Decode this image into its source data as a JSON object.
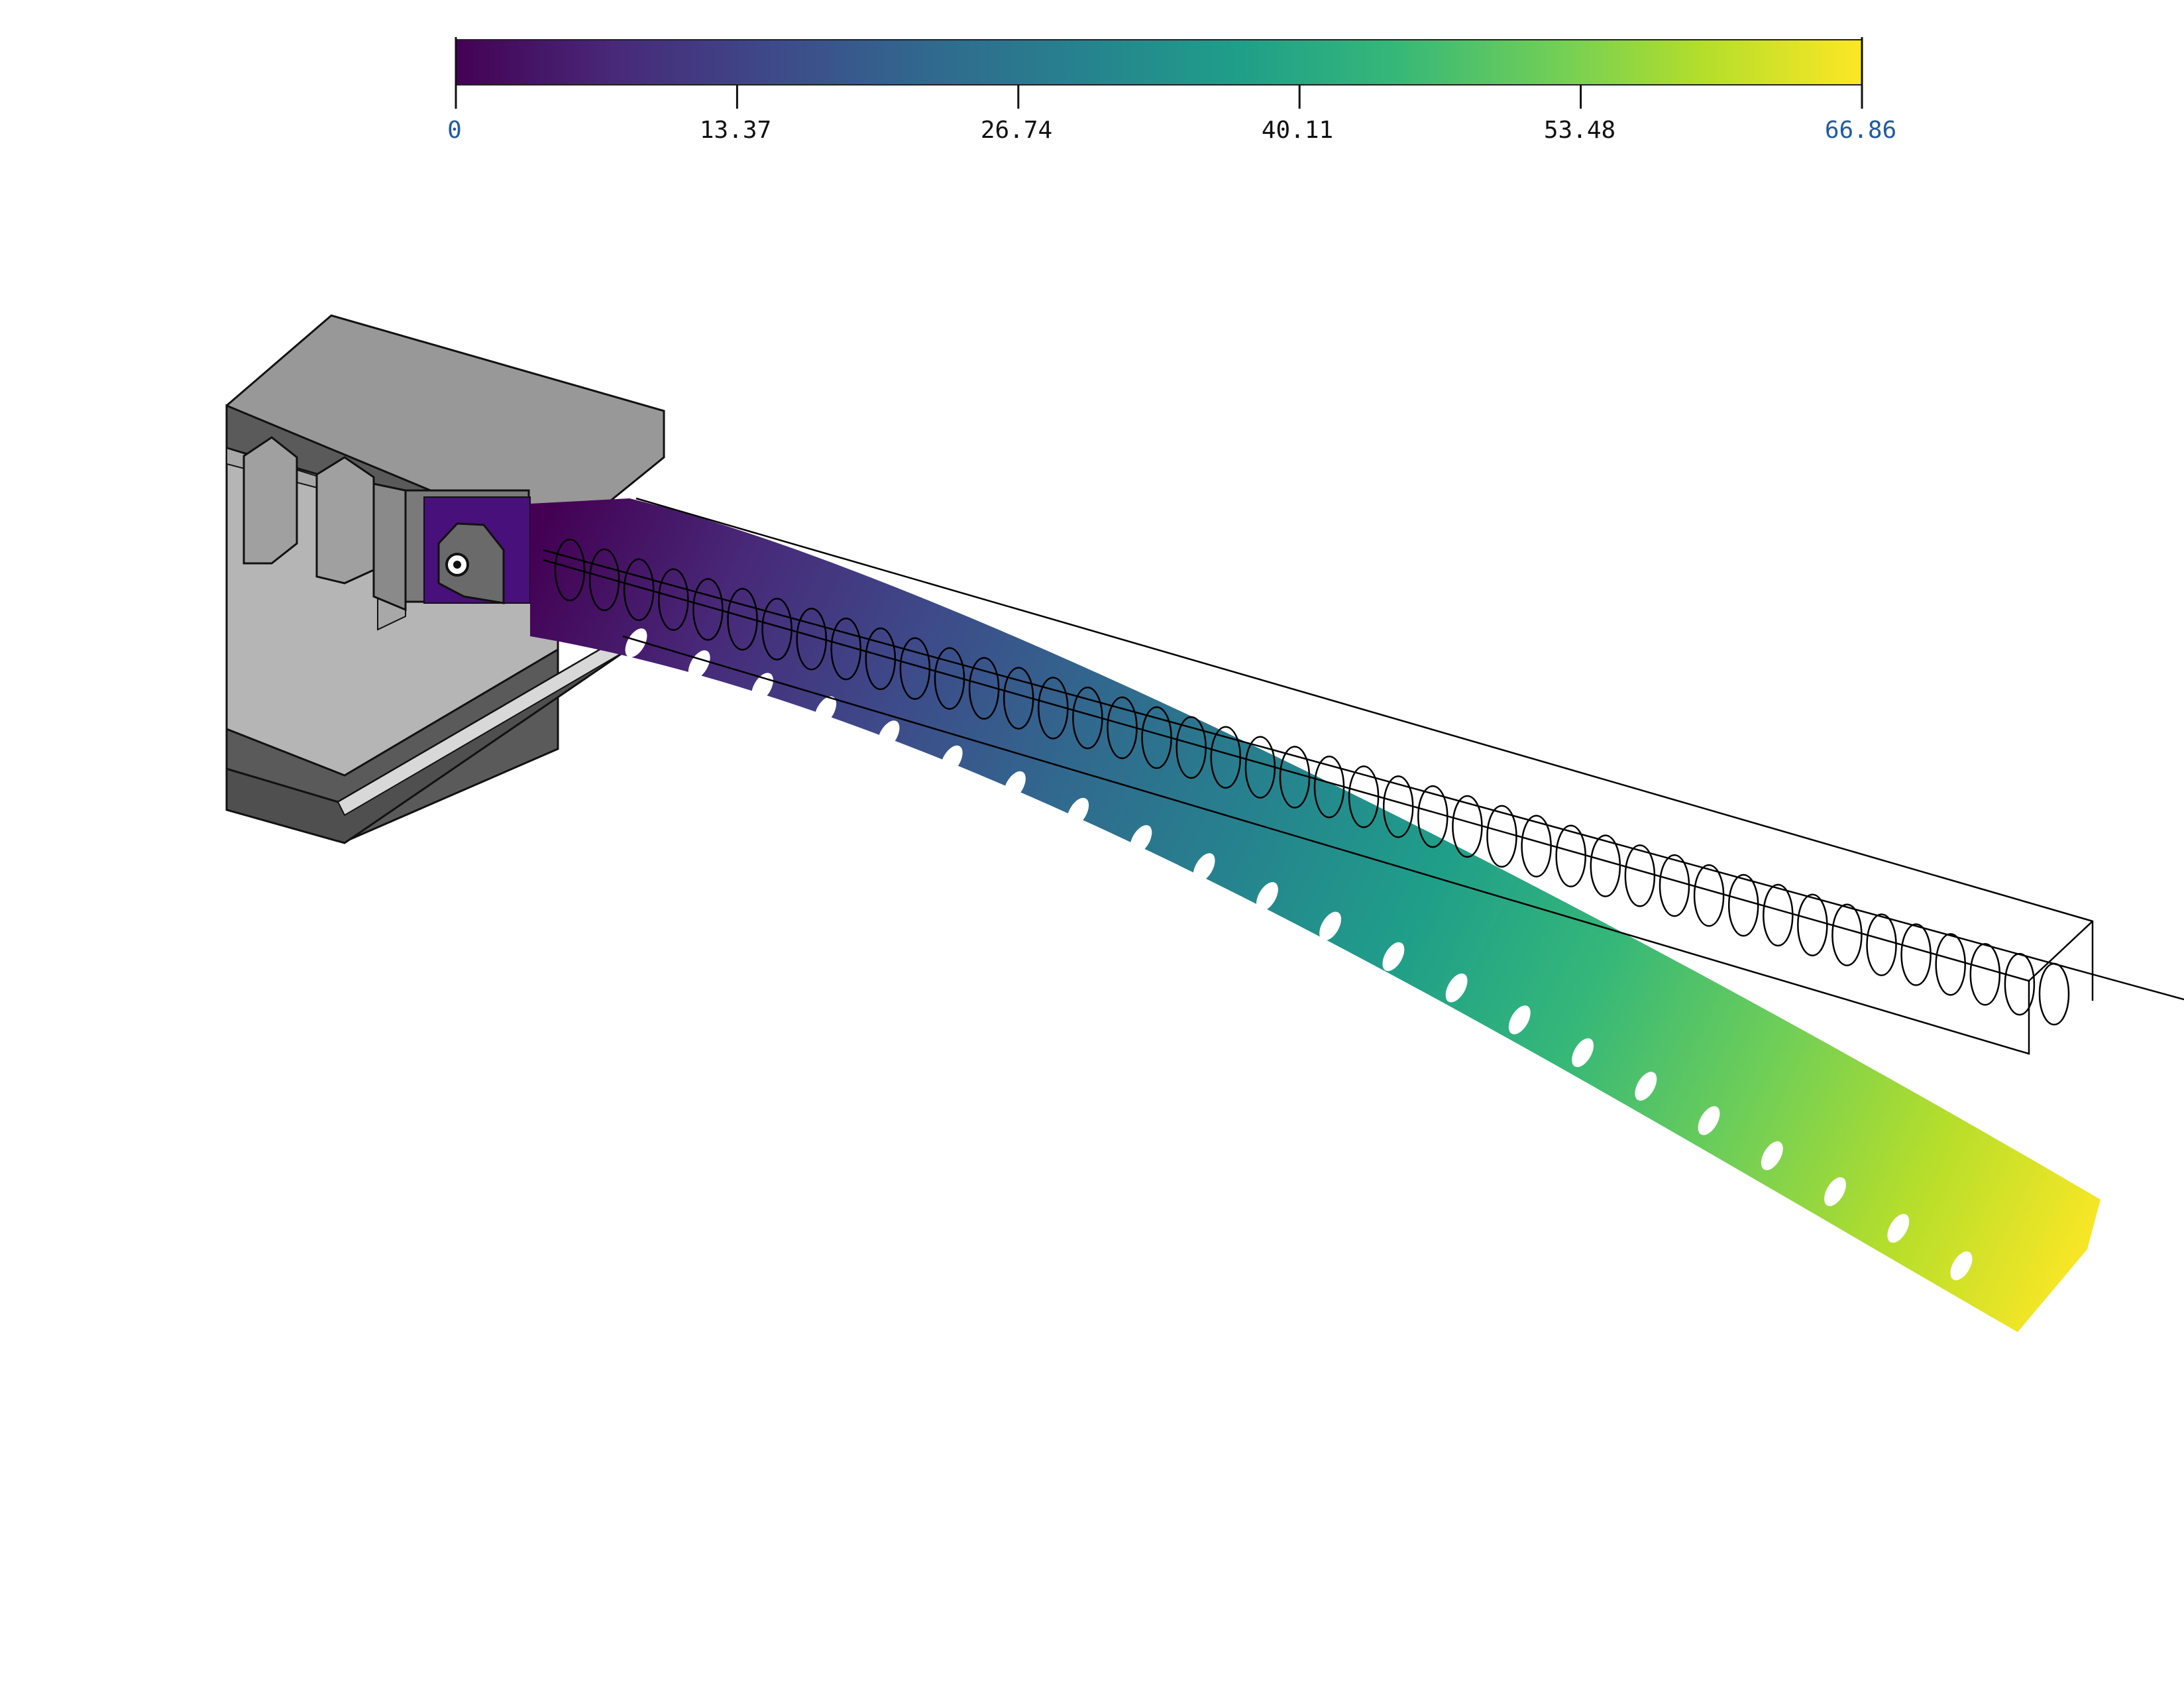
{
  "colorbar": {
    "min_label": "0",
    "max_label": "66.86",
    "ticks": [
      "0",
      "13.37",
      "26.74",
      "40.11",
      "53.48",
      "66.86"
    ],
    "end_label_color": "#1f5aa6",
    "colormap": "viridis",
    "stops": [
      "#440154",
      "#482878",
      "#3e4989",
      "#31688e",
      "#26828e",
      "#1f9e89",
      "#35b779",
      "#6ece58",
      "#b5de2b",
      "#fde725"
    ]
  },
  "scene": {
    "fixture_colors": {
      "top": "#989898",
      "front": "#b8b8b8",
      "dark": "#5a5a5a",
      "side": "#7a7a7a"
    },
    "beam_min_value": 0,
    "beam_max_value": 66.86,
    "undeformed_outline_color": "#000000"
  }
}
